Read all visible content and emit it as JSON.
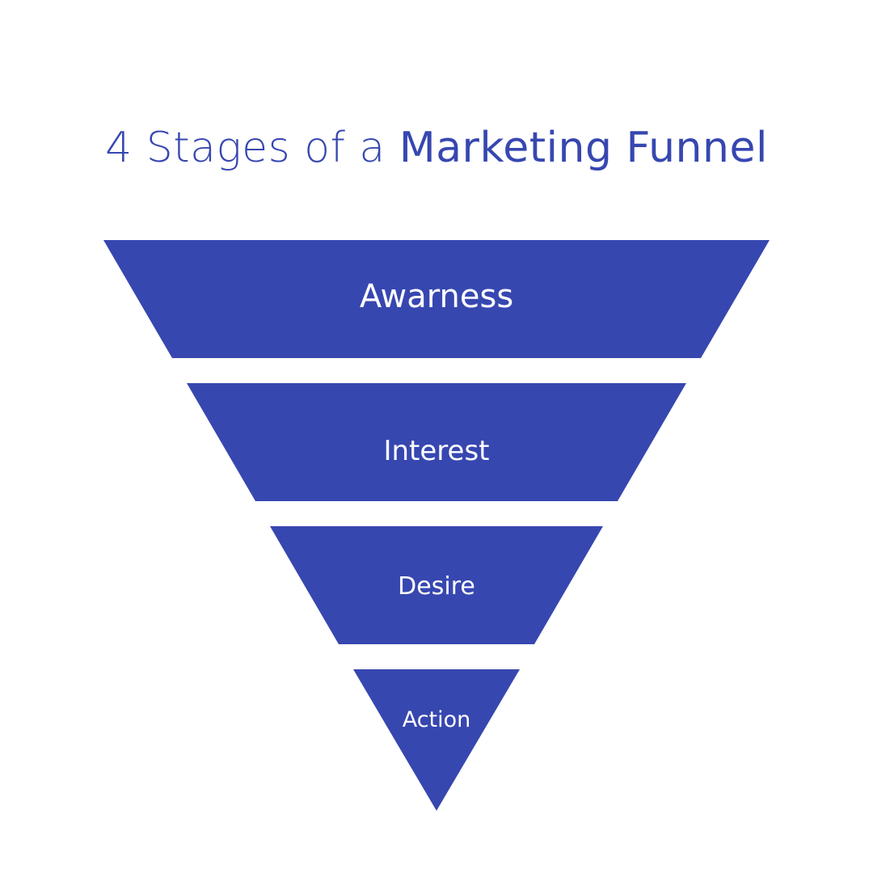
{
  "title": {
    "prefix": "4 Stages of a ",
    "emphasis": "Marketing Funnel"
  },
  "colors": {
    "funnel_fill": "#3747b0",
    "label_text": "#ffffff",
    "background": "#ffffff"
  },
  "stages": [
    {
      "label": "Awarness"
    },
    {
      "label": "Interest"
    },
    {
      "label": "Desire"
    },
    {
      "label": "Action"
    }
  ]
}
